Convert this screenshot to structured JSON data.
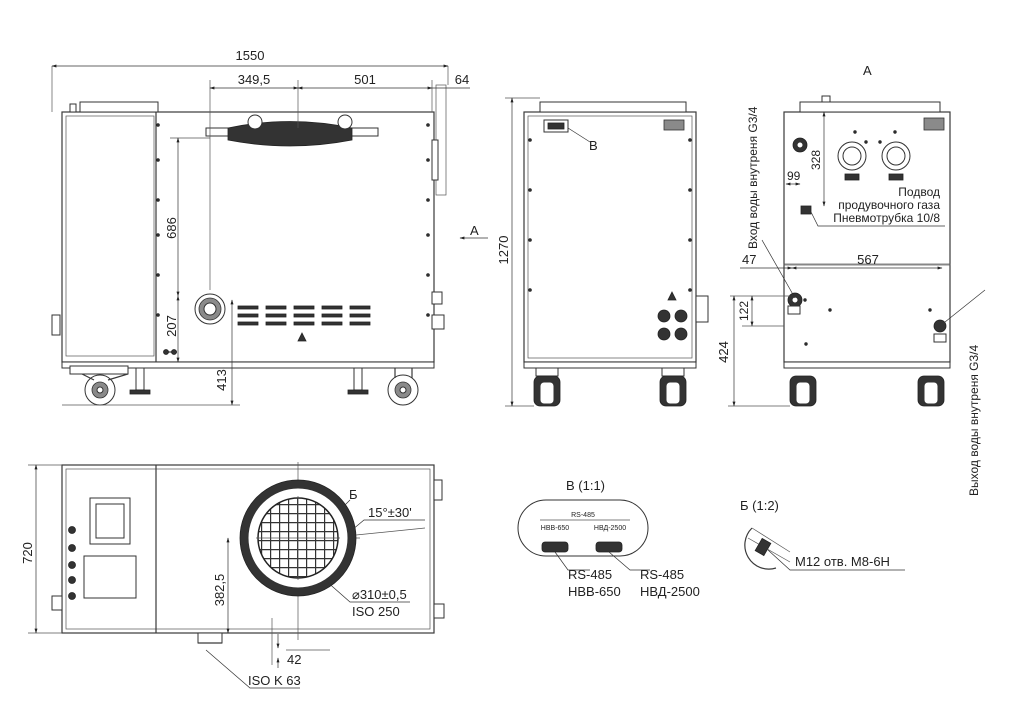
{
  "dimensions": {
    "side_width": "1550",
    "side_pump_offset": "349,5",
    "side_pump_span": "501",
    "side_right": "64",
    "handle_height": "686",
    "port_height": "207",
    "side_floor_height": "413",
    "front_height": "1270",
    "rear_top": "328",
    "rear_small": "99",
    "rear_left": "47",
    "rear_span": "567",
    "rear_outlet": "122",
    "rear_floor": "424",
    "top_depth": "720",
    "top_flange_offset": "382,5",
    "top_iso_offset": "42"
  },
  "labels": {
    "view_a_arrow": "A",
    "view_a_title": "A",
    "detail_b_ref": "В",
    "detail_b_title": "В (1:1)",
    "detail_b_panel_top": "RS-485",
    "detail_b_panel_left": "НВВ-650",
    "detail_b_panel_right": "НВД-2500",
    "detail_b_callout_left_1": "RS-485",
    "detail_b_callout_left_2": "НВВ-650",
    "detail_b_callout_right_1": "RS-485",
    "detail_b_callout_right_2": "НВД-2500",
    "detail_v_ref": "Б",
    "detail_v_title": "Б (1:2)",
    "detail_v_callout": "М12 отв. М8-6Н",
    "angle_note": "15°±30'",
    "flange_diameter": "⌀310±0,5",
    "flange_standard": "ISO 250",
    "iso_k63": "ISO K 63",
    "gas_supply_1": "Подвод",
    "gas_supply_2": "продувочного газа",
    "gas_supply_3": "Пневмотрубка 10/8",
    "water_inlet": "Вход воды внутреня G3/4",
    "water_outlet": "Выход воды внутреня G3/4"
  }
}
